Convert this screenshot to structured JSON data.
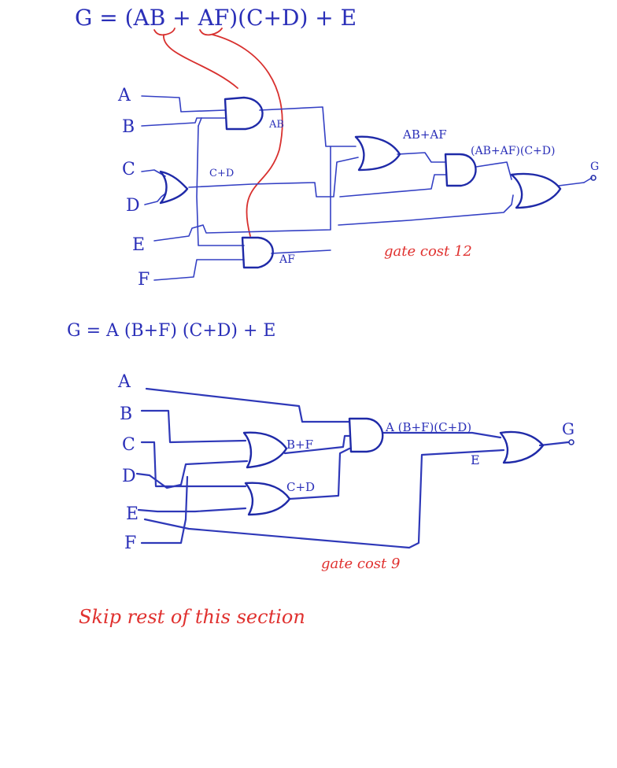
{
  "diagram1": {
    "equation": "G = (AB + AF)(C+D) + E",
    "inputs": [
      "A",
      "B",
      "C",
      "D",
      "E",
      "F"
    ],
    "labels": {
      "ab": "AB",
      "cd": "C+D",
      "af": "AF",
      "ab_af": "AB+AF",
      "product": "(AB+AF)(C+D)",
      "out": "G"
    },
    "gate_cost": "gate cost 12"
  },
  "diagram2": {
    "equation": "G = A (B+F) (C+D) + E",
    "inputs": [
      "A",
      "B",
      "C",
      "D",
      "E",
      "F"
    ],
    "labels": {
      "bf": "B+F",
      "cd": "C+D",
      "product": "A (B+F)(C+D)",
      "e": "E",
      "out": "G"
    },
    "gate_cost": "gate cost 9"
  },
  "note": "Skip rest of this section",
  "colors": {
    "ink_blue": "#2a2fb8",
    "ink_red": "#e0312f",
    "background": "#ffffff"
  }
}
